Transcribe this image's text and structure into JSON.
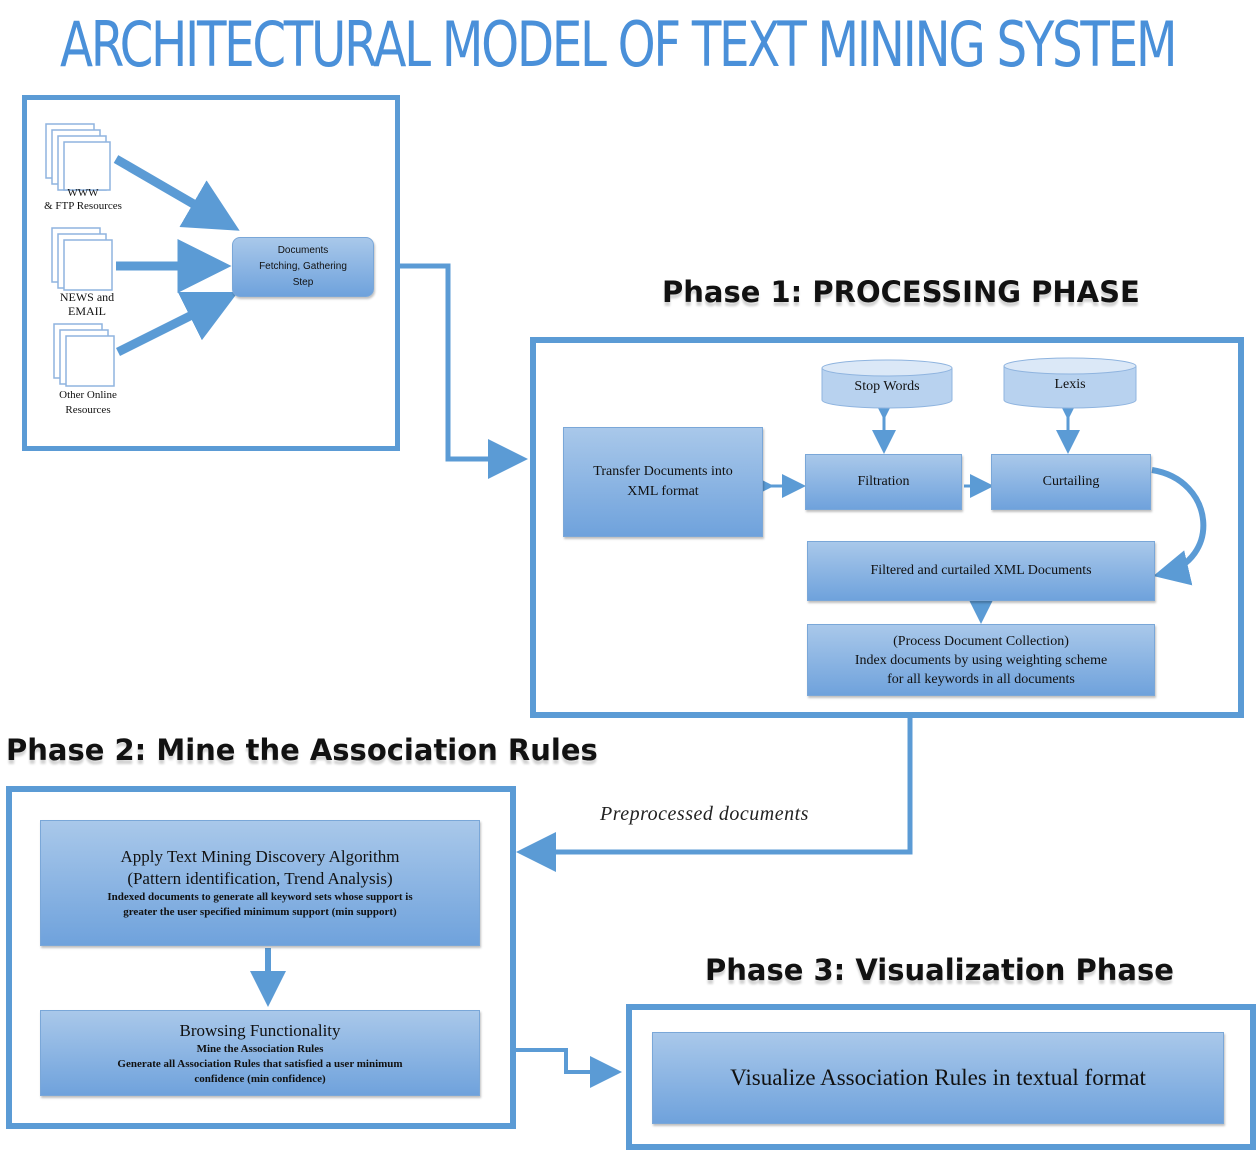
{
  "title": "ARCHITECTURAL MODEL OF TEXT MINING SYSTEM",
  "sources": {
    "www": [
      "WWW",
      "& FTP Resources"
    ],
    "news": [
      "NEWS and",
      "EMAIL"
    ],
    "other": [
      "Other Online",
      "Resources"
    ]
  },
  "fetch_step": [
    "Documents",
    "Fetching, Gathering",
    "Step"
  ],
  "phase1": {
    "title": "Phase 1: PROCESSING PHASE",
    "stop_words": "Stop Words",
    "lexis": "Lexis",
    "transfer": [
      "Transfer Documents into",
      "XML format"
    ],
    "filtration": "Filtration",
    "curtailing": "Curtailing",
    "filtered": "Filtered and curtailed XML Documents",
    "index": [
      "(Process Document Collection)",
      "Index documents by using weighting scheme",
      "for all keywords in all documents"
    ]
  },
  "preprocessed_label": "Preprocessed documents",
  "phase2": {
    "title": "Phase 2: Mine the Association Rules",
    "apply": {
      "heading": [
        "Apply Text Mining Discovery Algorithm",
        "(Pattern identification, Trend Analysis)"
      ],
      "detail": [
        "Indexed documents to generate all keyword sets whose support is",
        "greater the user specified minimum support (min support)"
      ]
    },
    "browse": {
      "heading": "Browsing Functionality",
      "detail": [
        "Mine the Association Rules",
        "Generate all Association Rules that satisfied a user minimum",
        "confidence (min confidence)"
      ]
    }
  },
  "phase3": {
    "title": "Phase 3: Visualization Phase",
    "visualize": "Visualize Association Rules in textual format"
  },
  "colors": {
    "accent": "#5b9bd5",
    "title": "#4a90d9",
    "box_top": "#a9c8ea",
    "box_bottom": "#6fa2dc"
  }
}
